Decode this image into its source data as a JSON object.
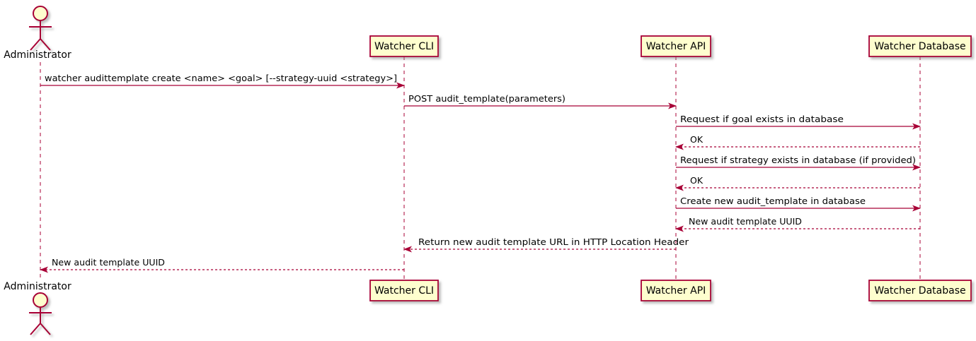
{
  "diagram": {
    "type": "uml-sequence-diagram",
    "colors": {
      "participant_fill": "#FEFECE",
      "stroke": "#A80036",
      "text": "#000000",
      "background": "#FFFFFF"
    },
    "actor": {
      "label": "Administrator"
    },
    "participants": [
      {
        "label": "Watcher CLI"
      },
      {
        "label": "Watcher API"
      },
      {
        "label": "Watcher Database"
      }
    ],
    "messages": [
      {
        "from": "Administrator",
        "to": "Watcher CLI",
        "style": "solid",
        "label": "watcher audittemplate create <name> <goal> [--strategy-uuid <strategy>]"
      },
      {
        "from": "Watcher CLI",
        "to": "Watcher API",
        "style": "solid",
        "label": "POST audit_template(parameters)"
      },
      {
        "from": "Watcher API",
        "to": "Watcher Database",
        "style": "solid",
        "label": "Request if goal exists in database"
      },
      {
        "from": "Watcher Database",
        "to": "Watcher API",
        "style": "dashed",
        "label": "OK"
      },
      {
        "from": "Watcher API",
        "to": "Watcher Database",
        "style": "solid",
        "label": "Request if strategy exists in database (if provided)"
      },
      {
        "from": "Watcher Database",
        "to": "Watcher API",
        "style": "dashed",
        "label": "OK"
      },
      {
        "from": "Watcher API",
        "to": "Watcher Database",
        "style": "solid",
        "label": "Create new audit_template in database"
      },
      {
        "from": "Watcher Database",
        "to": "Watcher API",
        "style": "dashed",
        "label": "New audit template UUID"
      },
      {
        "from": "Watcher API",
        "to": "Watcher CLI",
        "style": "dashed",
        "label": "Return new audit template URL in HTTP Location Header"
      },
      {
        "from": "Watcher CLI",
        "to": "Administrator",
        "style": "dashed",
        "label": "New audit template UUID"
      }
    ]
  }
}
